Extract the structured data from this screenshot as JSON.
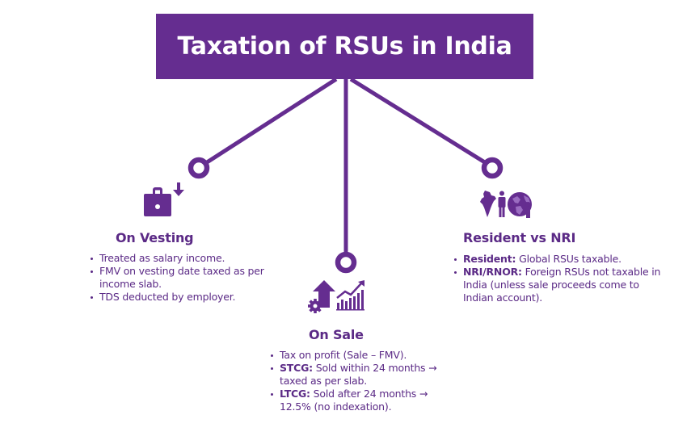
{
  "title": "Taxation of RSUs in India",
  "colors": {
    "primary": "#652d90",
    "text": "#5b2a86",
    "title_text": "#ffffff",
    "background": "#ffffff"
  },
  "sections": {
    "vesting": {
      "icon": "briefcase-down-arrow-icon",
      "heading": "On Vesting",
      "bullets": [
        {
          "label": "",
          "text": "Treated as salary income."
        },
        {
          "label": "",
          "text": "FMV on vesting date taxed as per income slab."
        },
        {
          "label": "",
          "text": "TDS deducted by employer."
        }
      ]
    },
    "sale": {
      "icon": "growth-chart-gear-icon",
      "heading": "On Sale",
      "bullets": [
        {
          "label": "",
          "text": "Tax on profit (Sale – FMV)."
        },
        {
          "label": "STCG:",
          "text": " Sold within 24 months → taxed as per slab."
        },
        {
          "label": "LTCG:",
          "text": " Sold after 24 months → 12.5% (no indexation)."
        }
      ]
    },
    "residency": {
      "icon": "india-person-globe-icon",
      "heading": "Resident vs NRI",
      "bullets": [
        {
          "label": "Resident:",
          "text": " Global RSUs taxable."
        },
        {
          "label": "NRI/RNOR:",
          "text": " Foreign RSUs not taxable in India (unless sale proceeds come to Indian account)."
        }
      ]
    }
  }
}
